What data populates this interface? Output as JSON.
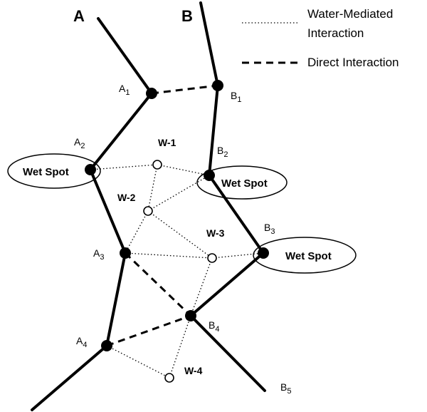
{
  "chains": [
    {
      "id": "A",
      "label": "A"
    },
    {
      "id": "B",
      "label": "B"
    }
  ],
  "legend": {
    "water_mediated_line1": "Water-Mediated",
    "water_mediated_line2": "Interaction",
    "direct": "Direct Interaction"
  },
  "atoms": [
    {
      "id": "A1",
      "label": "A",
      "sub": "1"
    },
    {
      "id": "A2",
      "label": "A",
      "sub": "2"
    },
    {
      "id": "A3",
      "label": "A",
      "sub": "3"
    },
    {
      "id": "A4",
      "label": "A",
      "sub": "4"
    },
    {
      "id": "B1",
      "label": "B",
      "sub": "1"
    },
    {
      "id": "B2",
      "label": "B",
      "sub": "2"
    },
    {
      "id": "B3",
      "label": "B",
      "sub": "3"
    },
    {
      "id": "B4",
      "label": "B",
      "sub": "4"
    },
    {
      "id": "B5",
      "label": "B",
      "sub": "5"
    }
  ],
  "waters": [
    {
      "id": "W1",
      "label": "W-1"
    },
    {
      "id": "W2",
      "label": "W-2"
    },
    {
      "id": "W3",
      "label": "W-3"
    },
    {
      "id": "W4",
      "label": "W-4"
    }
  ],
  "wet_spots": [
    {
      "id": "wet1",
      "label": "Wet Spot"
    },
    {
      "id": "wet2",
      "label": "Wet Spot"
    },
    {
      "id": "wet3",
      "label": "Wet Spot"
    }
  ],
  "direct_interactions": [
    [
      "A1",
      "B1"
    ],
    [
      "A3",
      "B4"
    ],
    [
      "A4",
      "B4"
    ]
  ],
  "water_mediated_interactions": [
    [
      "A2",
      "W1"
    ],
    [
      "W1",
      "B2"
    ],
    [
      "W1",
      "W2"
    ],
    [
      "W2",
      "B2"
    ],
    [
      "W2",
      "A3"
    ],
    [
      "W2",
      "W3"
    ],
    [
      "A3",
      "W3"
    ],
    [
      "W3",
      "B3"
    ],
    [
      "W3",
      "B4"
    ],
    [
      "B4",
      "W4"
    ],
    [
      "A4",
      "W4"
    ]
  ],
  "colors": {
    "line": "#000000",
    "background": "#ffffff"
  }
}
